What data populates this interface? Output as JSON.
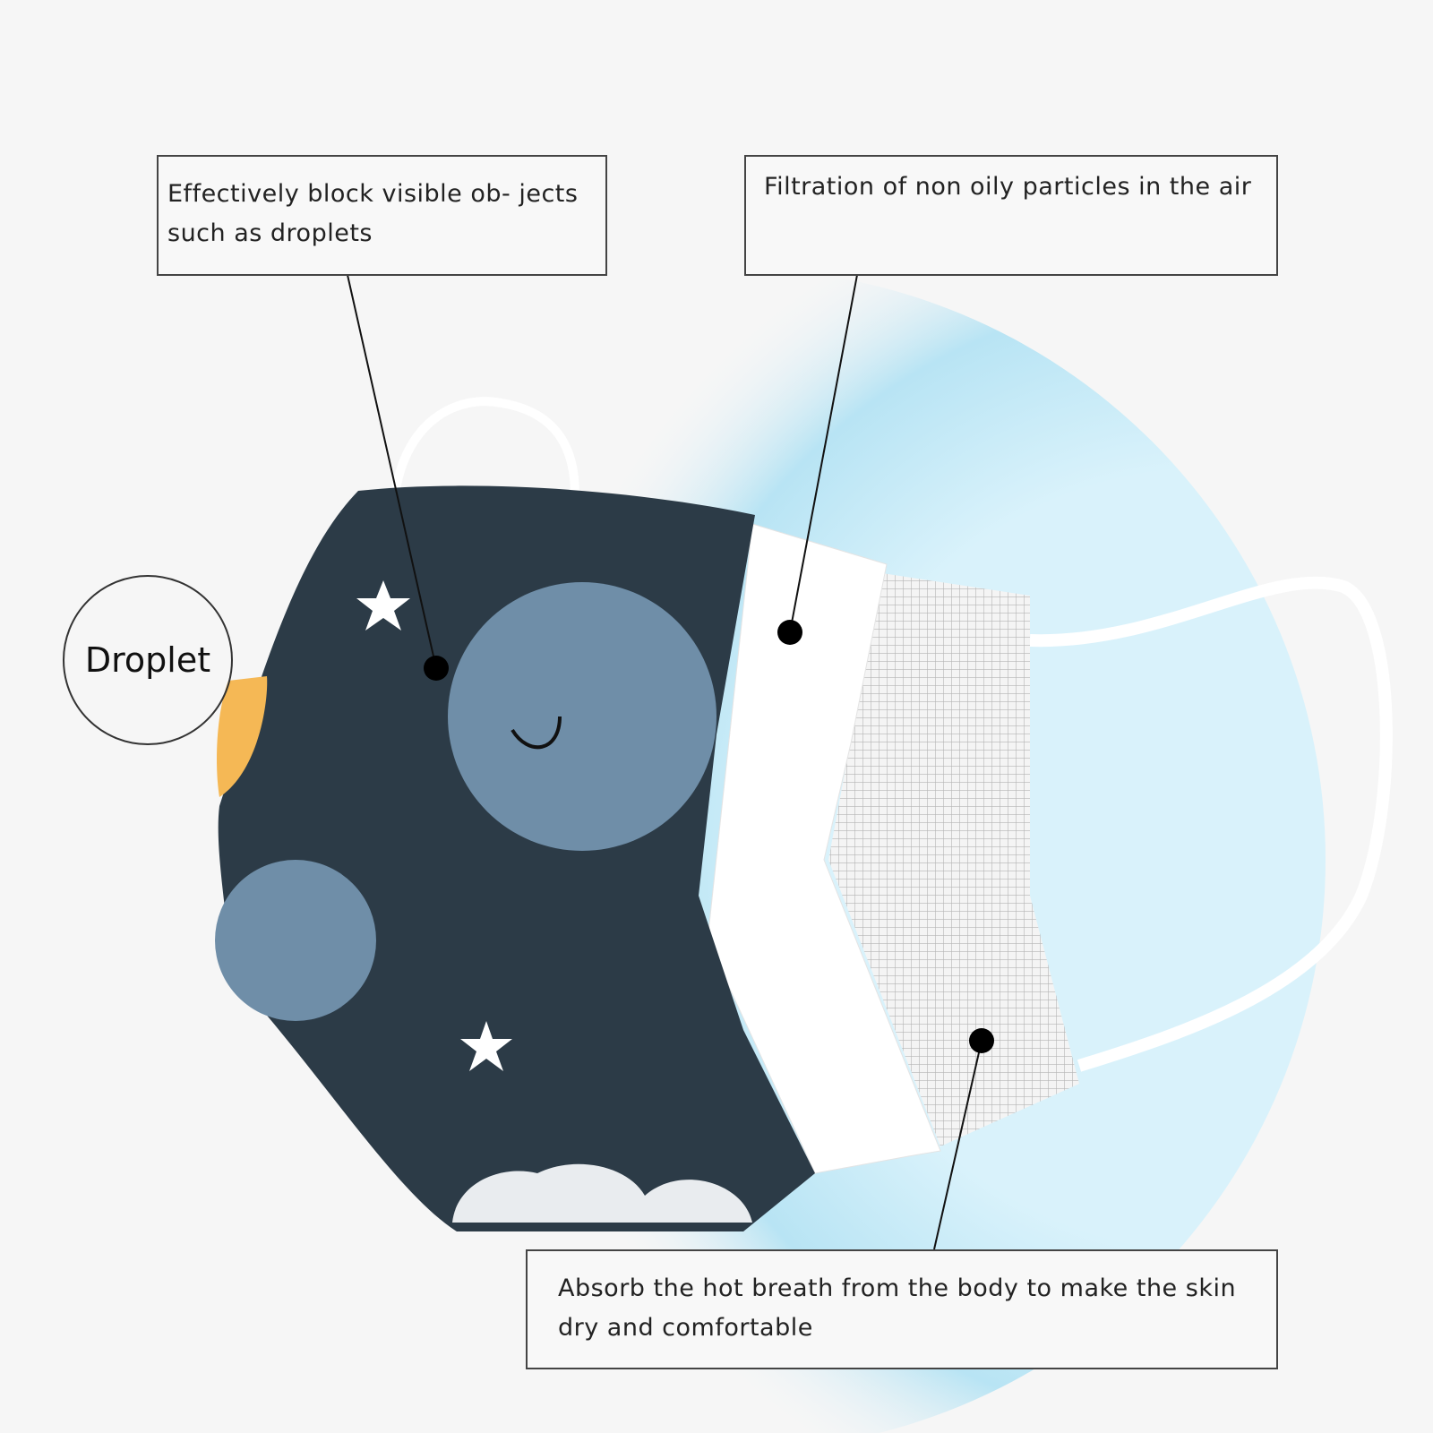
{
  "callouts": {
    "droplet_block": "Effectively block visible ob- jects such as droplets",
    "filtration": "Filtration of non oily particles in the air",
    "absorb": "Absorb the hot breath from the body to make the skin dry and comfortable"
  },
  "droplet_label": "Droplet",
  "colors": {
    "mask_dark": "#2c3b47",
    "planet_blue": "#6f8ea8",
    "glow": "#bfe7f5",
    "inner_layer": "#ffffff"
  }
}
